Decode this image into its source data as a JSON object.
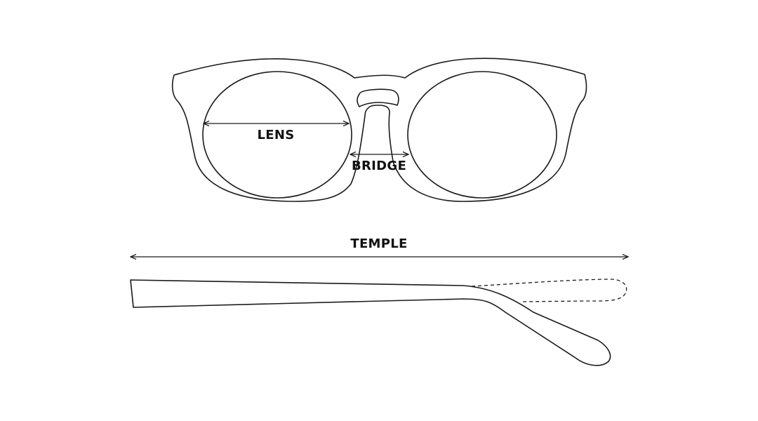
{
  "labels": {
    "lens": "LENS",
    "bridge": "BRIDGE",
    "temple": "TEMPLE"
  },
  "colors": {
    "line": "#1a1a1a",
    "text": "#111111",
    "background": "#ffffff"
  }
}
